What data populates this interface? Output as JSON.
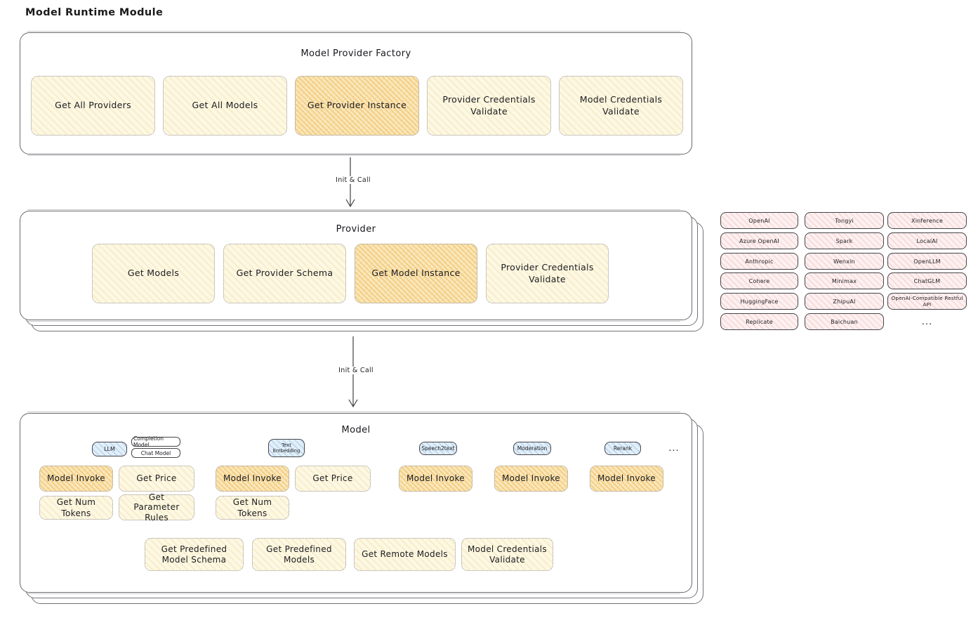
{
  "diagram": {
    "title": "Model Runtime Module",
    "arrow_label": "Init & Call",
    "ellipsis": "..."
  },
  "colors": {
    "yellow_fill": "#fdf8e4",
    "highlight_fill": "#f9e8bd",
    "pink_fill": "#fdf0f0",
    "blue_fill": "#e2eff9",
    "panel_border": "#6a6a72",
    "text": "#1e1e1e"
  },
  "factory": {
    "title": "Model Provider Factory",
    "items": [
      "Get All Providers",
      "Get All Models",
      "Get Provider Instance",
      "Provider Credentials Validate",
      "Model Credentials Validate"
    ]
  },
  "provider": {
    "title": "Provider",
    "items": [
      "Get Models",
      "Get Provider Schema",
      "Get Model Instance",
      "Provider Credentials Validate"
    ]
  },
  "providers_grid": {
    "rows": [
      [
        "OpenAI",
        "Tongyi",
        "Xinference"
      ],
      [
        "Azure OpenAI",
        "Spark",
        "LocalAI"
      ],
      [
        "Anthropic",
        "Wenxin",
        "OpenLLM"
      ],
      [
        "Cohere",
        "Minimax",
        "ChatGLM"
      ],
      [
        "HuggingFace",
        "ZhipuAI",
        "OpenAI-Compatible Restful API"
      ],
      [
        "Replicate",
        "Baichuan",
        "..."
      ]
    ]
  },
  "model": {
    "title": "Model",
    "tags": {
      "llm": "LLM",
      "completion_model": "Completion Model",
      "chat_model": "Chat Model",
      "text_embedding": "Text Embedding",
      "speech2text": "Speech2text",
      "moderation": "Moderation",
      "rerank": "Rerank"
    },
    "ops": {
      "model_invoke": "Model Invoke",
      "get_price": "Get Price",
      "get_num_tokens": "Get Num Tokens",
      "get_parameter_rules": "Get Parameter Rules"
    },
    "bottom": {
      "get_predefined_model_schema": "Get Predefined Model Schema",
      "get_predefined_models": "Get Predefined Models",
      "get_remote_models": "Get Remote Models",
      "model_credentials_validate": "Model Credentials Validate"
    }
  }
}
